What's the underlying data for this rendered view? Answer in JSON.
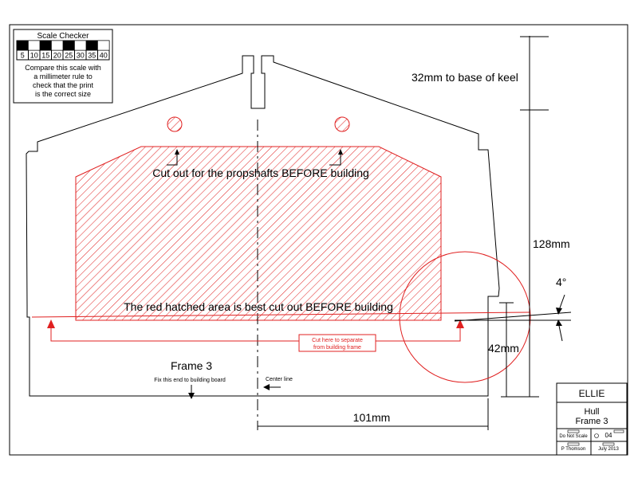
{
  "scale_checker": {
    "title": "Scale Checker",
    "ticks": [
      "5",
      "10",
      "15",
      "20",
      "25",
      "30",
      "35",
      "40"
    ],
    "instructions": [
      "Compare this scale with",
      "a millimeter rule to",
      "check that the print",
      "is the correct size"
    ]
  },
  "dimensions": {
    "keel": "32mm to base of keel",
    "height": "128mm",
    "angle": "4°",
    "bottom_height": "42mm",
    "half_width": "101mm"
  },
  "notes": {
    "propshafts": "Cut out for the propshafts BEFORE building",
    "hatched_area": "The red hatched area is best cut out BEFORE building",
    "cut_line": [
      "Cut here to separate",
      "from building frame"
    ],
    "fix_end": "Fix this end to building board",
    "center_line": "Center line"
  },
  "frame_label": "Frame 3",
  "title_block": {
    "project": "ELLIE",
    "part": [
      "Hull",
      "Frame 3"
    ],
    "do_not_scale": "Do Not Scale",
    "sheet": "04",
    "author": "P Thomson",
    "date": "July 2013"
  },
  "colors": {
    "line": "#000000",
    "hatch": "#e02020",
    "annotation": "#e02020"
  }
}
